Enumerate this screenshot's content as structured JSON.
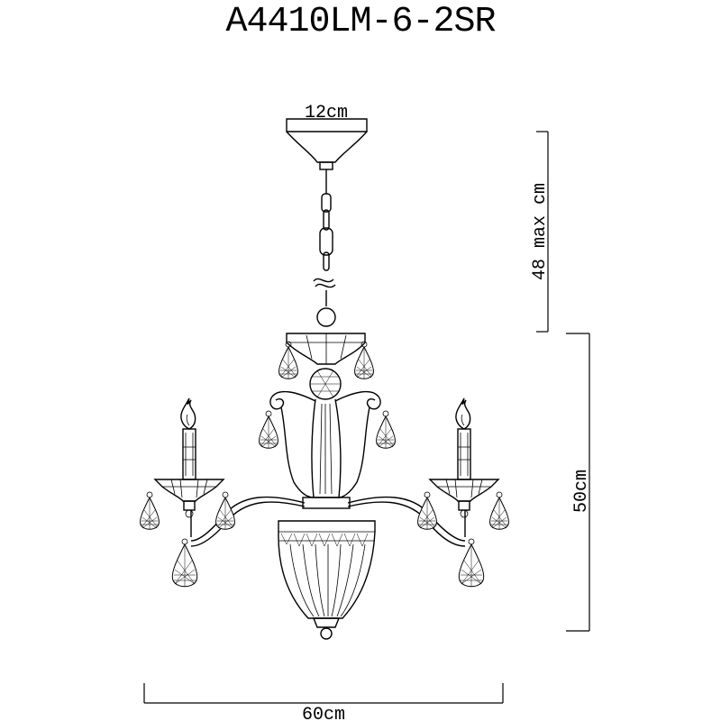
{
  "title": "A4410LM-6-2SR",
  "dimensions": {
    "canopy_width": "12cm",
    "chain_length": "48 max cm",
    "body_height": "50cm",
    "overall_width": "60cm"
  }
}
